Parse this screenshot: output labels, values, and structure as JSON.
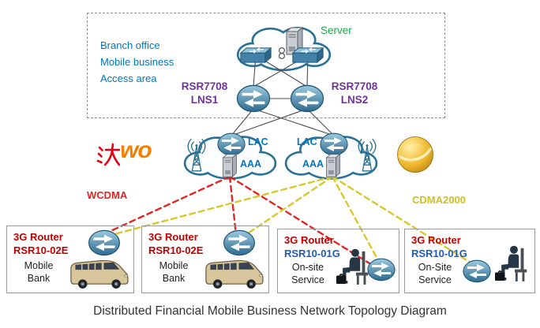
{
  "caption": "Distributed Financial Mobile Business Network Topology Diagram",
  "access_area": {
    "line1": "Branch office",
    "line2": "Mobile business",
    "line3": "Access area",
    "server_label": "Server",
    "lns1_name": "RSR7708",
    "lns1_id": "LNS1",
    "lns2_name": "RSR7708",
    "lns2_id": "LNS2"
  },
  "carriers": {
    "left": {
      "lac": "LAC",
      "aaa": "AAA",
      "logo_text": "wo",
      "link_label": "WCDMA"
    },
    "right": {
      "lac": "LAC",
      "aaa": "AAA",
      "link_label": "CDMA2000"
    }
  },
  "sites": [
    {
      "title": "3G Router",
      "model": "RSR10-02E",
      "service_line1": "Mobile",
      "service_line2": "Bank"
    },
    {
      "title": "3G Router",
      "model": "RSR10-02E",
      "service_line1": "Mobile",
      "service_line2": "Bank"
    },
    {
      "title": "3G Router",
      "model": "RSR10-01G",
      "service_line1": "On-site",
      "service_line2": "Service"
    },
    {
      "title": "3G Router",
      "model": "RSR10-01G",
      "service_line1": "On-Site",
      "service_line2": "Service"
    }
  ],
  "colors": {
    "wcdma_link": "#e42525",
    "cdma2000_link": "#d7c92b",
    "info_text_blue": "#0076c0",
    "server_green": "#1faa4e",
    "lns_purple": "#7030a0",
    "site_title_red": "#c00000",
    "site_model_blue": "#1f5bb5",
    "cloud_outline": "#2a7295"
  }
}
